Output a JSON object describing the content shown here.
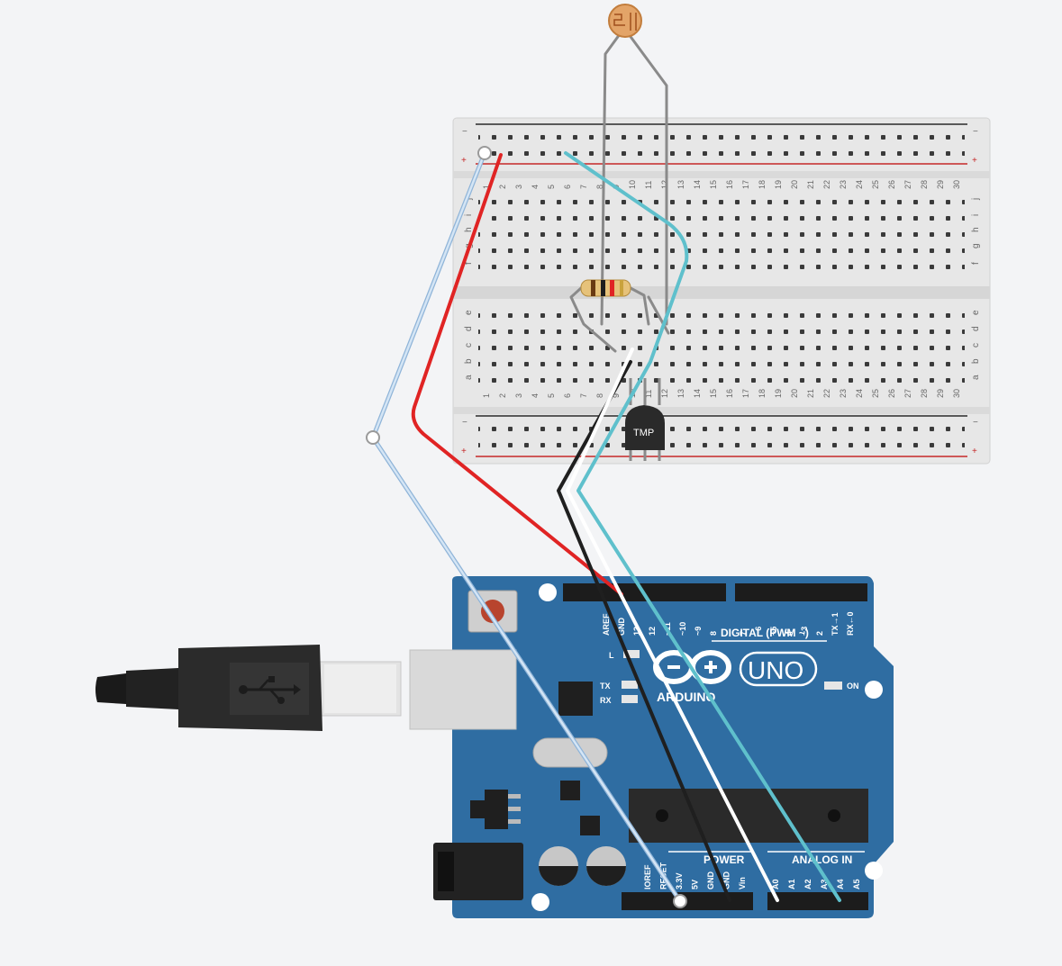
{
  "breadboard": {
    "minus_sign": "−",
    "plus_sign": "+",
    "columns": [
      "1",
      "2",
      "3",
      "4",
      "5",
      "6",
      "7",
      "8",
      "9",
      "10",
      "11",
      "12",
      "13",
      "14",
      "15",
      "16",
      "17",
      "18",
      "19",
      "20",
      "21",
      "22",
      "23",
      "24",
      "25",
      "26",
      "27",
      "28",
      "29",
      "30"
    ],
    "rows_top": [
      "j",
      "i",
      "h",
      "g",
      "f"
    ],
    "rows_bottom": [
      "e",
      "d",
      "c",
      "b",
      "a"
    ]
  },
  "sensor": {
    "label": "TMP"
  },
  "arduino": {
    "brand": "ARDUINO",
    "model": "UNO",
    "on_label": "ON",
    "digital_label": "DIGITAL (PWM ~)",
    "power_label": "POWER",
    "analog_label": "ANALOG IN",
    "l_label": "L",
    "tx_label": "TX",
    "rx_label": "RX",
    "top_pins": [
      "AREF",
      "GND",
      "13",
      "12",
      "~11",
      "~10",
      "~9",
      "8",
      "7",
      "~6",
      "~5",
      "4",
      "~3",
      "2",
      "TX→1",
      "RX←0"
    ],
    "power_pins": [
      "IOREF",
      "RESET",
      "3.3V",
      "5V",
      "GND",
      "GND",
      "Vin"
    ],
    "analog_pins": [
      "A0",
      "A1",
      "A2",
      "A3",
      "A4",
      "A5"
    ]
  },
  "colors": {
    "board_blue": "#2f6da2",
    "wire_red": "#e02424",
    "wire_black": "#1f1f1f",
    "wire_white": "#ffffff",
    "wire_cyan": "#5fc0cc",
    "wire_lightblue": "#b8d3ee",
    "lead_gray": "#8a8a8a"
  }
}
